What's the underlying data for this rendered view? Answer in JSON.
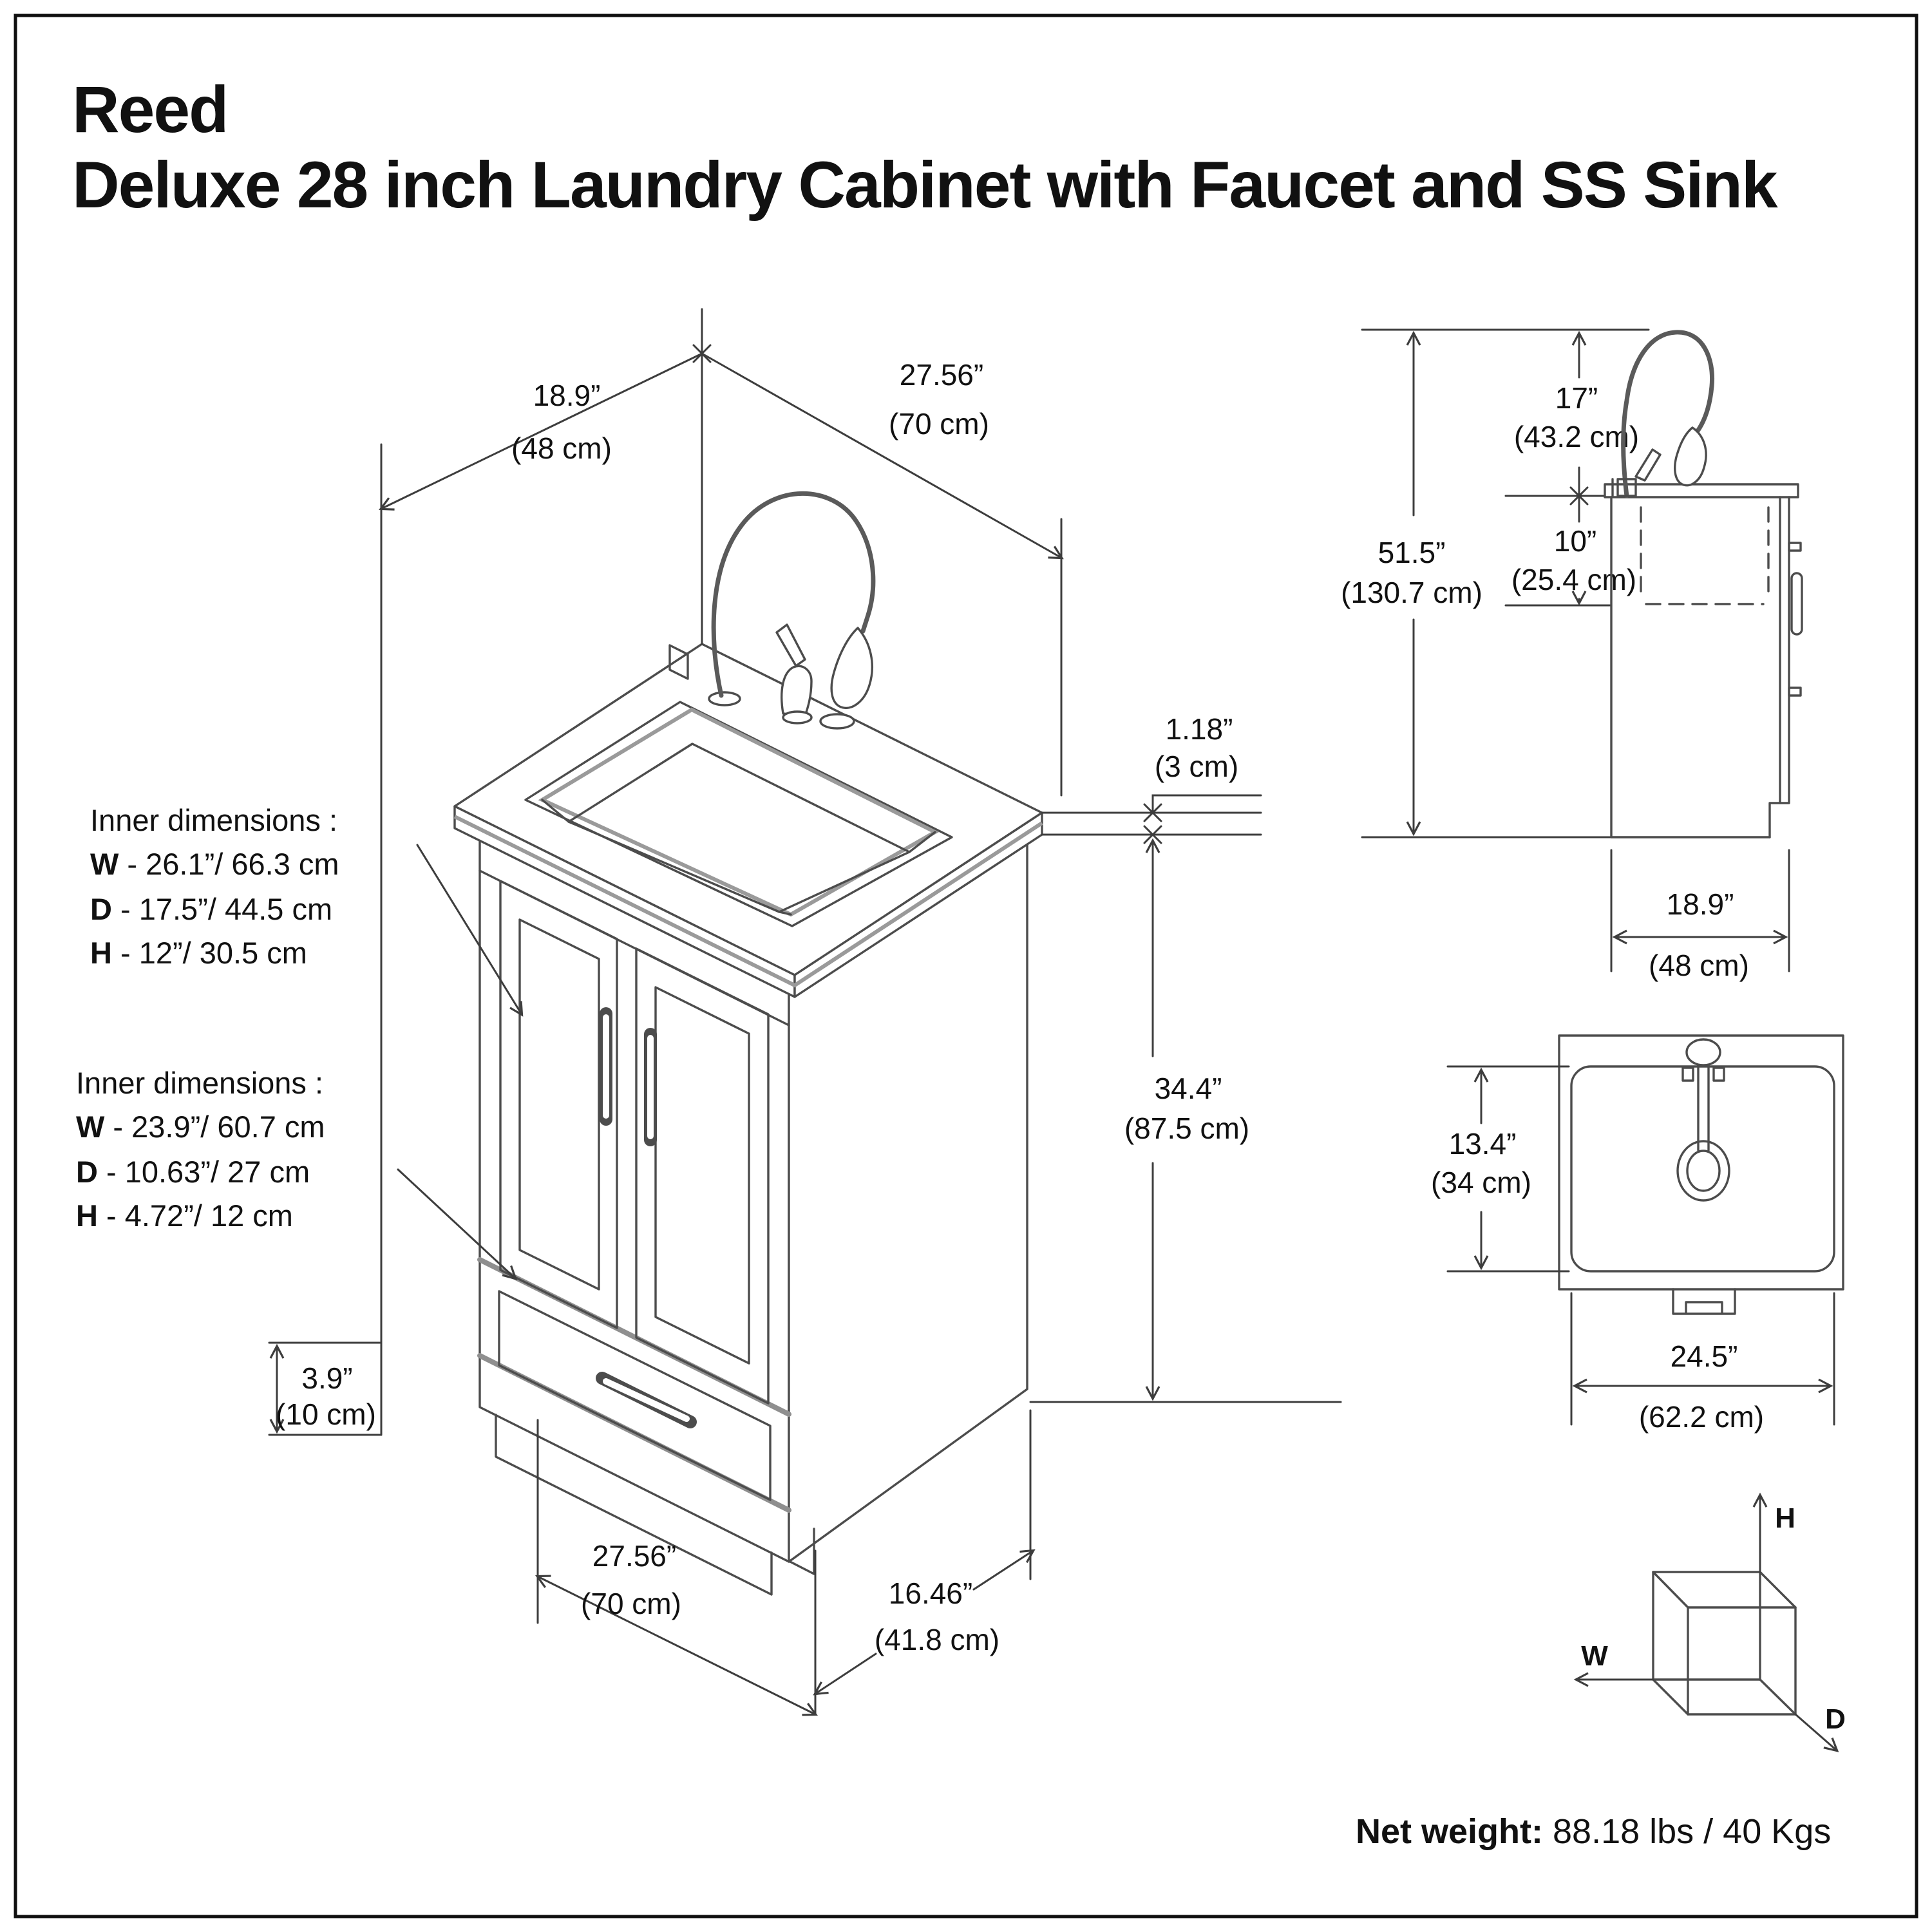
{
  "title": {
    "brand": "Reed",
    "product": "Deluxe 28 inch Laundry Cabinet with Faucet and SS Sink"
  },
  "main_view": {
    "depth_top_in": "18.9”",
    "depth_top_cm": "(48 cm)",
    "width_top_in": "27.56”",
    "width_top_cm": "(70 cm)",
    "counter_thickness_in": "1.18”",
    "counter_thickness_cm": "(3 cm)",
    "cabinet_height_in": "34.4”",
    "cabinet_height_cm": "(87.5 cm)",
    "toe_kick_in": "3.9”",
    "toe_kick_cm": "(10 cm)",
    "width_bottom_in": "27.56”",
    "width_bottom_cm": "(70 cm)",
    "depth_bottom_in": "16.46”",
    "depth_bottom_cm": "(41.8 cm)",
    "sink_inner": {
      "heading": "Inner dimensions  :",
      "rows": [
        {
          "k": "W",
          "v": " - 26.1”/ 66.3 cm"
        },
        {
          "k": "D",
          "v": " - 17.5”/ 44.5 cm"
        },
        {
          "k": "H",
          "v": " - 12”/ 30.5 cm"
        }
      ]
    },
    "storage_inner": {
      "heading": "Inner dimensions  :",
      "rows": [
        {
          "k": "W",
          "v": " - 23.9”/ 60.7 cm"
        },
        {
          "k": "D",
          "v": " - 10.63”/ 27 cm"
        },
        {
          "k": "H",
          "v": " - 4.72”/ 12 cm"
        }
      ]
    }
  },
  "side_view": {
    "faucet_height_in": "17”",
    "faucet_height_cm": "(43.2 cm)",
    "sink_depth_in": "10”",
    "sink_depth_cm": "(25.4 cm)",
    "total_height_in": "51.5”",
    "total_height_cm": "(130.7 cm)",
    "depth_in": "18.9”",
    "depth_cm": "(48 cm)"
  },
  "top_view": {
    "basin_depth_in": "13.4”",
    "basin_depth_cm": "(34 cm)",
    "basin_width_in": "24.5”",
    "basin_width_cm": "(62.2 cm)"
  },
  "axes": {
    "h": "H",
    "w": "W",
    "d": "D"
  },
  "footer": {
    "label": "Net weight:",
    "value": " 88.18 lbs / 40 Kgs"
  },
  "colors": {
    "line": "#3d3d3d",
    "drawing": "#4c4c4c",
    "soft_gray": "#8f8f8f",
    "text": "#111111"
  }
}
